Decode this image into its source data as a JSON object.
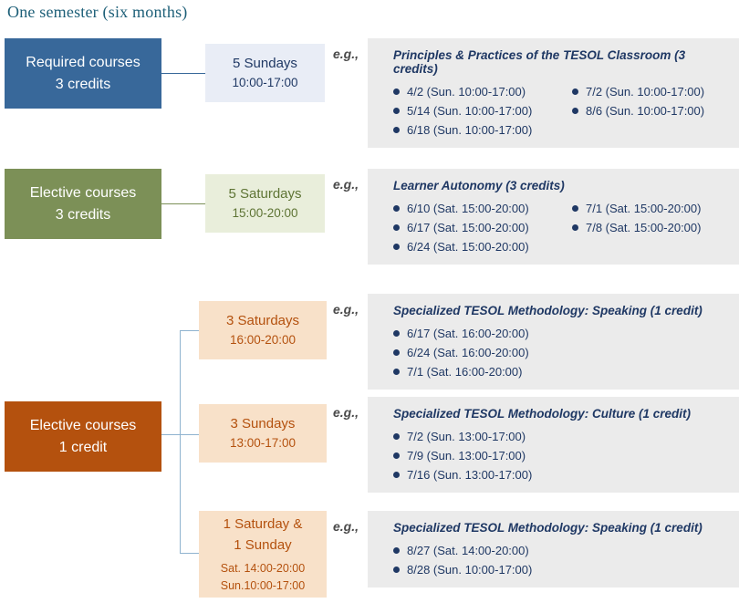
{
  "title": "One semester (six months)",
  "eg_label": "e.g.,",
  "colors": {
    "title_text": "#1d5f78",
    "required_block": "#38689a",
    "required_box_bg": "#e9edf6",
    "navy_text": "#1f3864",
    "elective3_block": "#7c9057",
    "elective3_box_bg": "#e9eedb",
    "elective3_text": "#5e7434",
    "elective1_block": "#b4510e",
    "elective1_box_bg": "#f8e1c9",
    "panel_bg": "#ebebeb",
    "eg_text": "#4a4a4a",
    "connector_light": "#8fb3cf"
  },
  "groups": [
    {
      "block": {
        "line1": "Required courses",
        "line2": "3 credits"
      },
      "schedule": {
        "line1": "5 Sundays",
        "line2": "10:00-17:00"
      },
      "course": {
        "title": "Principles & Practices of the TESOL Classroom (3 credits)",
        "col1": [
          "4/2 (Sun. 10:00-17:00)",
          "5/14 (Sun. 10:00-17:00)",
          "6/18 (Sun. 10:00-17:00)"
        ],
        "col2": [
          "7/2 (Sun. 10:00-17:00)",
          "8/6 (Sun. 10:00-17:00)"
        ]
      }
    },
    {
      "block": {
        "line1": "Elective courses",
        "line2": "3 credits"
      },
      "schedule": {
        "line1": "5 Saturdays",
        "line2": "15:00-20:00"
      },
      "course": {
        "title": "Learner Autonomy (3 credits)",
        "col1": [
          "6/10 (Sat. 15:00-20:00)",
          "6/17 (Sat. 15:00-20:00)",
          "6/24 (Sat. 15:00-20:00)"
        ],
        "col2": [
          "7/1 (Sat. 15:00-20:00)",
          "7/8 (Sat. 15:00-20:00)"
        ]
      }
    },
    {
      "block": {
        "line1": "Elective courses",
        "line2": "1 credit"
      },
      "branches": [
        {
          "schedule": {
            "line1": "3 Saturdays",
            "line2": "16:00-20:00"
          },
          "course": {
            "title": "Specialized TESOL Methodology: Speaking (1 credit)",
            "col1": [
              "6/17 (Sat. 16:00-20:00)",
              "6/24 (Sat. 16:00-20:00)",
              "7/1  (Sat. 16:00-20:00)"
            ]
          }
        },
        {
          "schedule": {
            "line1": "3 Sundays",
            "line2": "13:00-17:00"
          },
          "course": {
            "title": "Specialized TESOL Methodology: Culture (1 credit)",
            "col1": [
              "7/2  (Sun. 13:00-17:00)",
              "7/9  (Sun. 13:00-17:00)",
              "7/16 (Sun. 13:00-17:00)"
            ]
          }
        },
        {
          "schedule": {
            "line1": "1 Saturday &",
            "line2": "1 Sunday",
            "line3": "Sat. 14:00-20:00",
            "line4": "Sun.10:00-17:00"
          },
          "course": {
            "title": "Specialized TESOL Methodology: Speaking (1 credit)",
            "col1": [
              "8/27  (Sat.  14:00-20:00)",
              "8/28  (Sun. 10:00-17:00)"
            ]
          }
        }
      ]
    }
  ]
}
